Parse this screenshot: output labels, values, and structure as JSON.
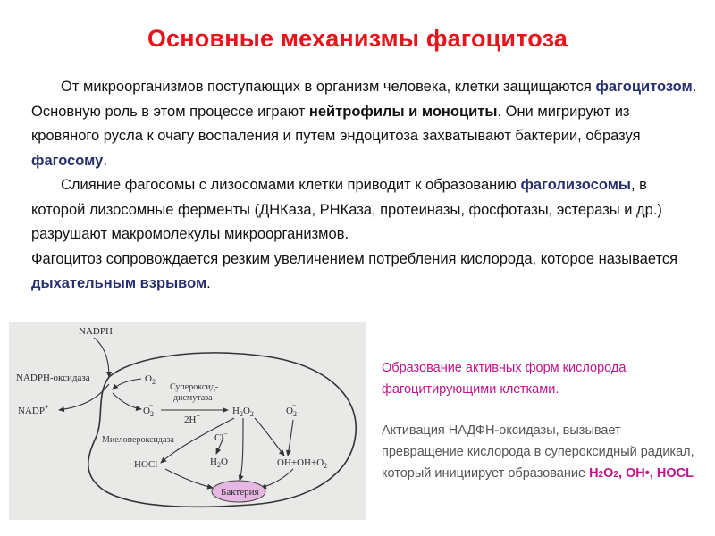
{
  "slide": {
    "title": "Основные механизмы фагоцитоза"
  },
  "paragraph1": {
    "t1": "От микроорганизмов поступающих в организм человека, клетки защищаются ",
    "k1": "фагоцитозом",
    "t2": ". Основную роль в этом процессе играют ",
    "k2": "нейтрофилы и моноциты",
    "t3": ". Они мигрируют из кровяного русла к очагу воспаления и путем эндоцитоза захватывают бактерии, образуя ",
    "k3": "фагосому",
    "t4": "."
  },
  "paragraph2": {
    "t1": "Слияние фагосомы с лизосомами клетки приводит к образованию ",
    "k1": "фаголизосомы",
    "t2": ", в которой лизосомные ферменты  (ДНКаза, РНКаза, протеиназы, фосфотазы, эстеразы и др.) разрушают макромолекулы микроорганизмов."
  },
  "paragraph3": {
    "t1": "Фагоцитоз сопровождается резким увеличением потребления кислорода, которое называется ",
    "k1": "дыхательным взрывом",
    "t2": "."
  },
  "diagram": {
    "nadph": "NADPH",
    "nadph_oxidase": "NADPH-оксидаза",
    "nadp": "NADP",
    "nadp_sup": "+",
    "o2": "O",
    "o2_sub": "2",
    "o2_radical": "O",
    "o2_radical_sub": "2",
    "o2_radical_sup": "−",
    "sod_line1": "Супероксид-",
    "sod_line2": "дисмутаза",
    "h_plus": "2H",
    "h_plus_sup": "+",
    "h2o2": "H",
    "h2o2_a": "2",
    "h2o2_b": "O",
    "h2o2_c": "2",
    "o2_right": "O",
    "o2_right_sub": "2",
    "o2_right_sup": "−",
    "cl": "Cl",
    "cl_sup": "−",
    "myeloperoxidase": "Миелопероксидаза",
    "hocl": "HOCl",
    "h2o": "H",
    "h2o_sub": "2",
    "h2o_o": "O",
    "products": "OH",
    "products_rest": "+OH",
    "products_end": "+O",
    "products_sub": "2",
    "bacterium": "Бактерия"
  },
  "side": {
    "heading": "Образование активных форм кислорода фагоцитирующими клетками.",
    "body": "Активация НАДФН-оксидазы, вызывает превращение  кислорода в супероксидный радикал, который инициирует образование ",
    "chem_h": "H",
    "chem_2a": "2",
    "chem_o": "O",
    "chem_2b": "2",
    "chem_rest": ", OH•, HOCL"
  },
  "colors": {
    "title": "#e8141b",
    "keyword": "#27306e",
    "side_heading": "#c0148c",
    "side_body": "#555555",
    "diagram_bg": "#e9e9e7",
    "bacterium_fill": "#e7b7e3"
  }
}
